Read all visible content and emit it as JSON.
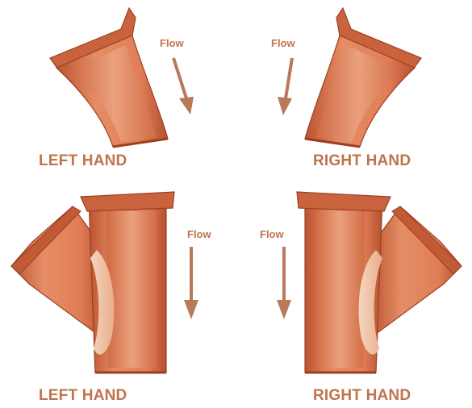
{
  "colors": {
    "label": "#c0734d",
    "flow_text": "#bf7250",
    "arrow": "#b9795a",
    "pipe_outer": "#d5764f",
    "pipe_inner": "#e28e69",
    "pipe_edge": "#9c3f21",
    "highlight": "#f3d2b8",
    "background": "#ffffff"
  },
  "panels": [
    {
      "id": "bend-left",
      "flow_label": "Flow",
      "hand_label": "LEFT HAND"
    },
    {
      "id": "bend-right",
      "flow_label": "Flow",
      "hand_label": "RIGHT HAND"
    },
    {
      "id": "junction-left",
      "flow_label": "Flow",
      "hand_label": "LEFT HAND"
    },
    {
      "id": "junction-right",
      "flow_label": "Flow",
      "hand_label": "RIGHT HAND"
    }
  ],
  "icons": [
    "flow-down-arrow-icon"
  ]
}
